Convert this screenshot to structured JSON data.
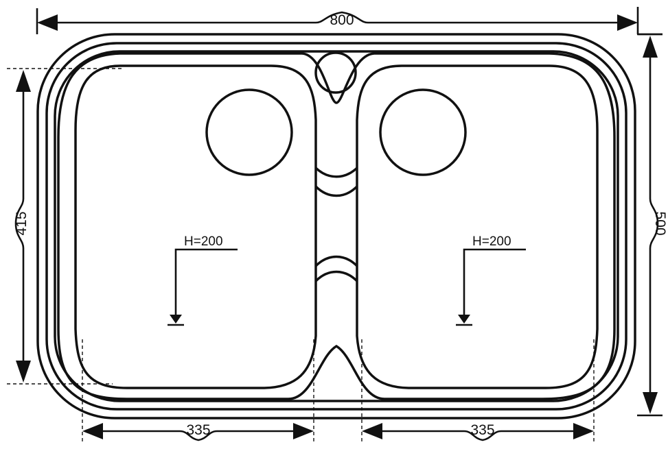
{
  "drawing": {
    "overall_width": "800",
    "overall_depth": "500",
    "bowl_depth_dim": "415",
    "left_bowl_width": "335",
    "right_bowl_width": "335",
    "left_bowl_height": "H=200",
    "right_bowl_height": "H=200"
  },
  "colors": {
    "line": "#111111",
    "background": "#ffffff"
  }
}
